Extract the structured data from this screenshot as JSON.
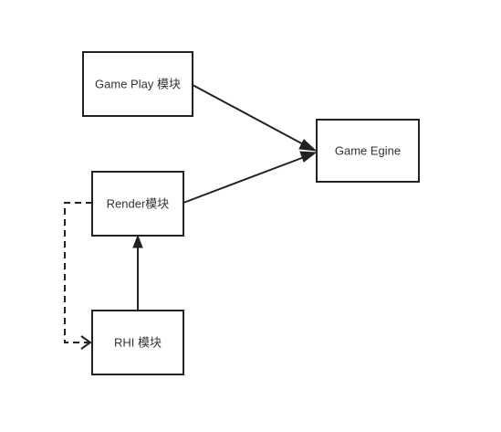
{
  "diagram": {
    "nodes": {
      "gameplay": {
        "label": "Game Play 模块"
      },
      "engine": {
        "label": "Game Egine"
      },
      "render": {
        "label": "Render模块"
      },
      "rhi": {
        "label": "RHI 模块"
      }
    },
    "edges": [
      {
        "from": "gameplay",
        "to": "engine",
        "style": "solid"
      },
      {
        "from": "render",
        "to": "engine",
        "style": "solid"
      },
      {
        "from": "rhi",
        "to": "render",
        "style": "solid"
      },
      {
        "from": "render",
        "to": "rhi",
        "style": "dashed"
      }
    ],
    "colors": {
      "stroke": "#222222",
      "text": "#333333",
      "background": "#ffffff"
    }
  }
}
